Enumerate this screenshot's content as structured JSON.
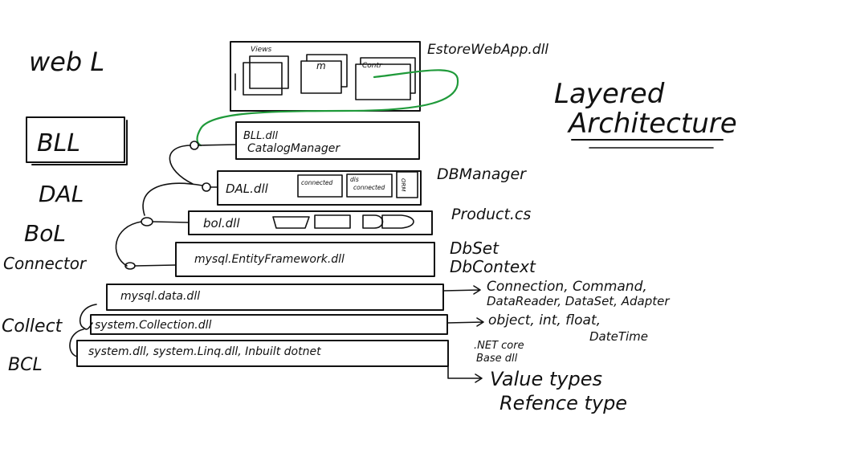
{
  "left_labels": {
    "web": "web L",
    "bll": "BLL",
    "dal": "DAL",
    "bol": "BoL",
    "connector": "Connector",
    "collect": "Collect",
    "bcl": "BCL"
  },
  "title": {
    "line1": "Layered",
    "line2": "Architecture"
  },
  "web_layer": {
    "dll": "EstoreWebApp.dll",
    "views": "Views",
    "model": "m",
    "controller": "Contr"
  },
  "bll_layer": {
    "line1": "BLL.dll",
    "line2": "CatalogManager"
  },
  "dal_layer": {
    "dll": "DAL.dll",
    "box_connected": "connected",
    "box_dis_line1": "dis",
    "box_dis_line2": "connected",
    "box_orm": "ORM",
    "side": "DBManager"
  },
  "bol_layer": {
    "dll": "bol.dll",
    "side": "Product.cs"
  },
  "ef_layer": {
    "dll": "mysql.EntityFramework.dll",
    "side_line1": "DbSet",
    "side_line2": "DbContext"
  },
  "data_layer": {
    "dll": "mysql.data.dll",
    "side_line1": "Connection, Command,",
    "side_line2": "DataReader, DataSet, Adapter"
  },
  "collection_layer": {
    "dll": "system.Collection.dll",
    "side_line1": "object, int, float,",
    "side_line2": "DateTime"
  },
  "base_layer": {
    "dll": "system.dll, system.Linq.dll, Inbuilt dotnet",
    "side_line1": ".NET core",
    "side_line2": "Base dll"
  },
  "types": {
    "value": "Value types",
    "reference": "Refence type"
  }
}
